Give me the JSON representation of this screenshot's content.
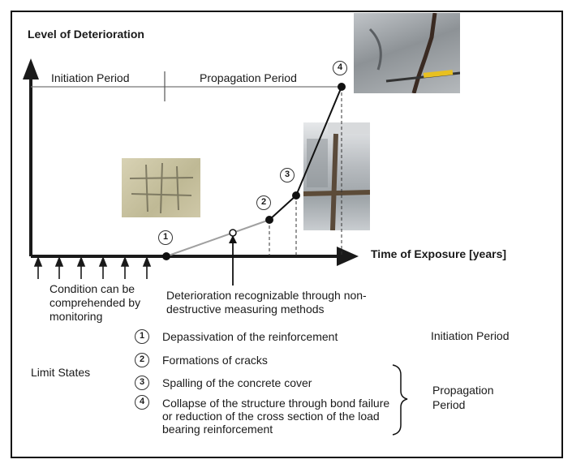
{
  "diagram": {
    "title": "Level of Deterioration",
    "x_axis_label": "Time of Exposure [years]",
    "initiation_label": "Initiation Period",
    "propagation_label": "Propagation  Period",
    "monitoring_note": "Condition can be comprehended by monitoring",
    "ndt_note": "Deterioration recognizable through non-destructive measuring methods",
    "markers": [
      "1",
      "2",
      "3",
      "4"
    ]
  },
  "legend": {
    "limit_states_label": "Limit States",
    "items": [
      {
        "num": "1",
        "text": "Depassivation of the reinforcement"
      },
      {
        "num": "2",
        "text": "Formations of cracks"
      },
      {
        "num": "3",
        "text": "Spalling of the concrete cover"
      },
      {
        "num": "4",
        "text": "Collapse of the structure through bond failure or reduction of the cross section of the load bearing  reinforcement"
      }
    ],
    "initiation_period_label": "Initiation Period",
    "propagation_period_label": "Propagation Period"
  },
  "colors": {
    "axis": "#1a1a1a",
    "gray_line": "#a0a0a0",
    "dark_line": "#111111"
  }
}
